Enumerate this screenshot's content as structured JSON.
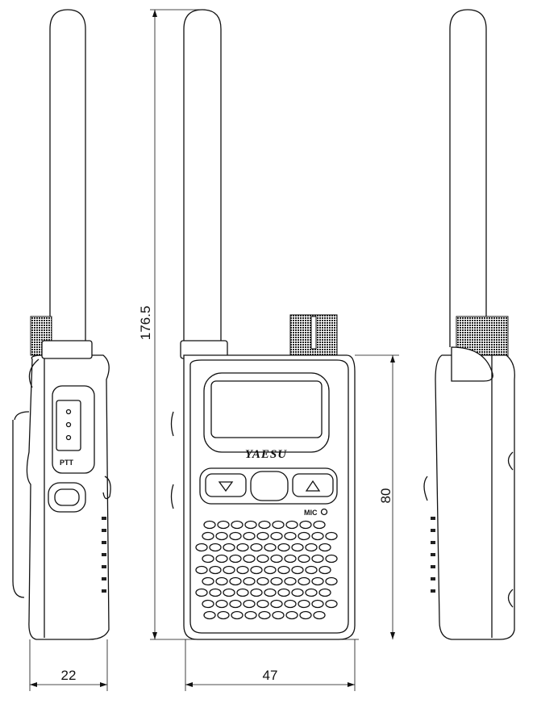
{
  "dimensions": {
    "total_height": "176.5",
    "body_height": "80",
    "depth": "22",
    "width": "47"
  },
  "labels": {
    "brand": "YAESU",
    "ptt": "PTT",
    "mic": "MIC"
  }
}
